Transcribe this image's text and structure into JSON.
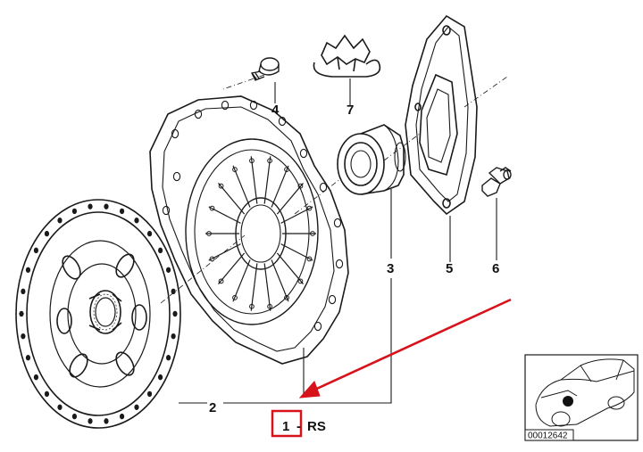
{
  "callouts": {
    "part_1": "1",
    "part_1_suffix": "RS",
    "part_1_dash": "-",
    "part_2": "2",
    "part_3": "3",
    "part_4": "4",
    "part_5": "5",
    "part_6": "6",
    "part_7": "7"
  },
  "reference_code": "00012642",
  "colors": {
    "line": "#1a1a1a",
    "highlight": "#d8121b",
    "background": "#ffffff"
  },
  "icons": {
    "clutch_disc": "clutch-disc-icon",
    "pressure_plate": "pressure-plate-icon",
    "release_bearing": "release-bearing-icon",
    "guide_plate": "guide-plate-icon",
    "bleeder_valve": "bleeder-valve-icon",
    "screw": "screw-icon",
    "clip": "retaining-clip-icon",
    "car_locator": "car-locator-icon"
  }
}
